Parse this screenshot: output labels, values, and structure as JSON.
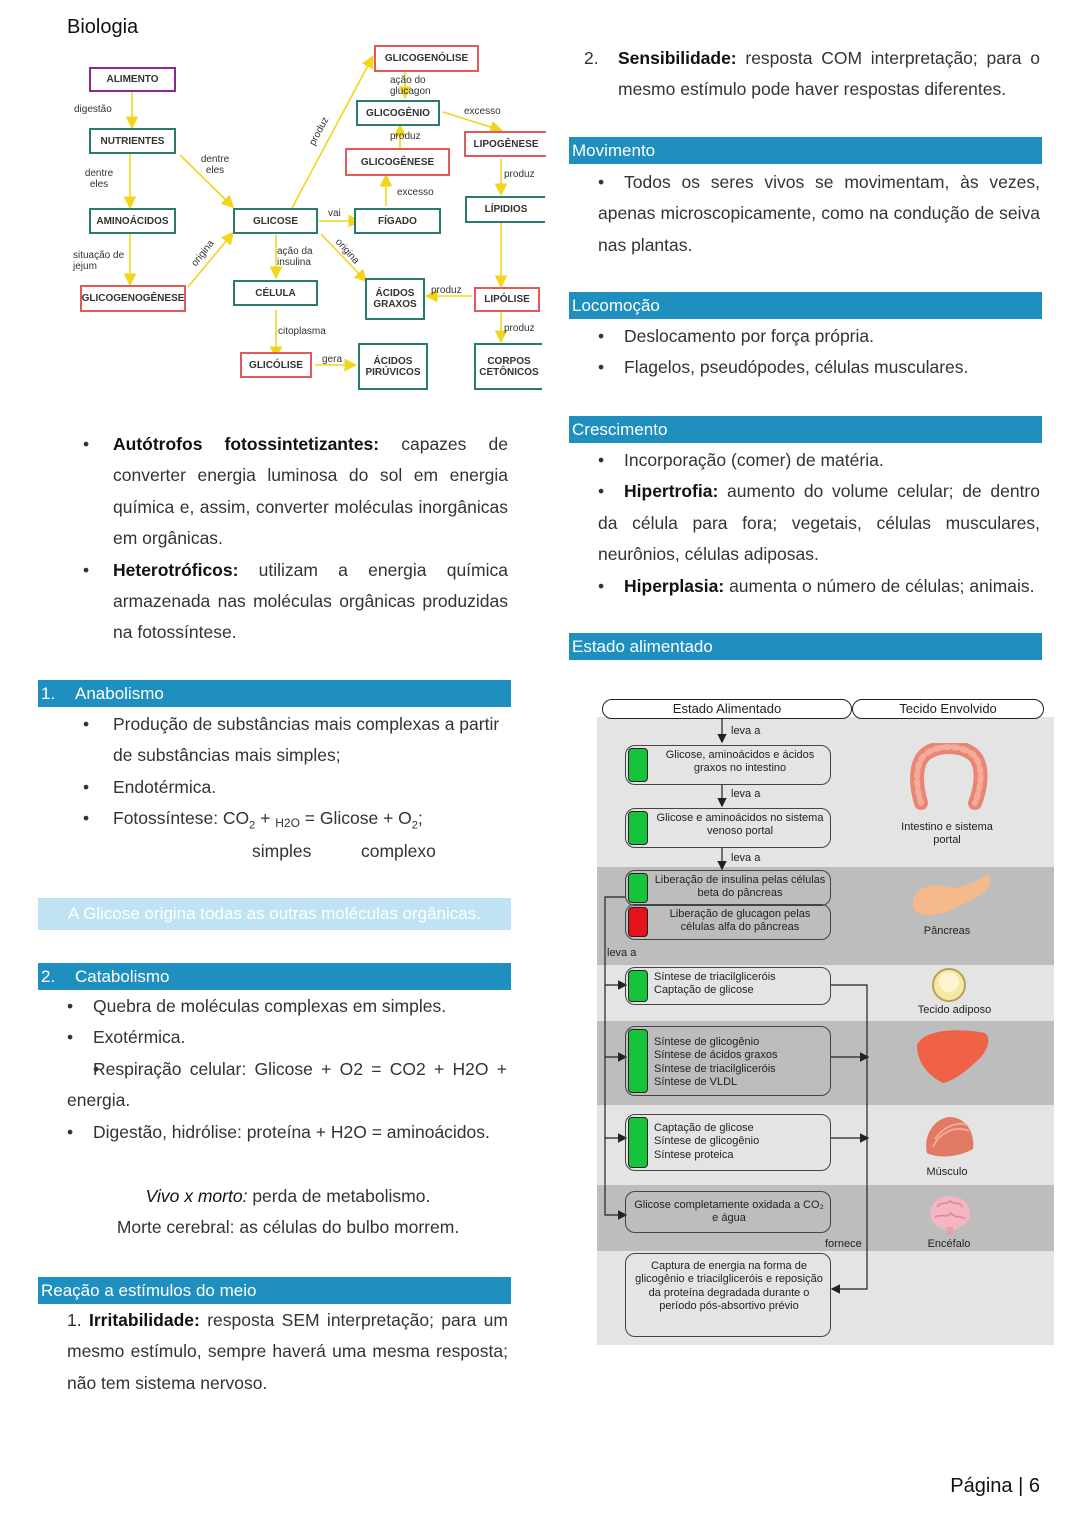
{
  "header": {
    "subject": "Biologia"
  },
  "page_number": "Página | 6",
  "concept_map": {
    "boxes": {
      "alimento": "ALIMENTO",
      "nutrientes": "NUTRIENTES",
      "aminoacidos": "AMINOÁCIDOS",
      "glicogenogenese": "GLICOGENOGÊNESE",
      "glicose": "GLICOSE",
      "celula": "CÉLULA",
      "glicolise": "GLICÓLISE",
      "acidos_piruvicos": "ÁCIDOS PIRÚVICOS",
      "glicogenolise": "GLICOGENÓLISE",
      "glicogenio": "GLICOGÊNIO",
      "glicogenese": "GLICOGÊNESE",
      "figado": "FÍGADO",
      "acidos_graxos": "ÁCIDOS GRAXOS",
      "lipogenese": "LIPOGÊNESE",
      "lipidios": "LÍPIDIOS",
      "lipolise": "LIPÓLISE",
      "corpos_cetonicos": "CORPOS CETÔNICOS"
    },
    "labels": {
      "digestao": "digestão",
      "dentre_eles_1": "dentre eles",
      "dentre_eles_2": "dentre eles",
      "situacao_jejum": "situação de jejum",
      "origina_1": "origina",
      "origina_2": "origina",
      "produz_1": "produz",
      "vai": "vai",
      "acao_insulina": "ação da insulina",
      "citoplasma": "citoplasma",
      "gera": "gera",
      "acao_glucagon": "ação do glucagon",
      "produz_2": "produz",
      "excesso_1": "excesso",
      "excesso_2": "excesso",
      "produz_3": "produz",
      "produz_4": "produz",
      "produz_5": "produz"
    }
  },
  "left": {
    "autotrofos": {
      "term": "Autótrofos fotossintetizantes:",
      "text": "capazes de converter energia luminosa do sol em energia química e, assim, converter moléculas inorgânicas em orgânicas."
    },
    "heterotroficos": {
      "term": "Heterotróficos:",
      "text": "utilizam a energia química armazenada nas moléculas orgânicas produzidas na fotossíntese."
    },
    "anabolismo": {
      "num": "1.",
      "title": "Anabolismo",
      "items": [
        "Produção de substâncias mais complexas a partir de substâncias mais simples;",
        "Endotérmica."
      ],
      "fotossintese_prefix": "Fotossíntese: CO",
      "sub2": "2",
      "plus": " + ",
      "h2o": "H2O",
      "eq_rest": " = Glicose + O",
      "end": ";",
      "simples": "simples",
      "complexo": "complexo"
    },
    "highlight": "A Glicose origina todas as outras moléculas orgânicas.",
    "catabolismo": {
      "num": "2.",
      "title": "Catabolismo",
      "items": [
        "Quebra de moléculas complexas em simples.",
        "Exotérmica.",
        "Respiração celular: Glicose + O2 = CO2 + H2O + energia.",
        "Digestão, hidrólise: proteína + H2O = aminoácidos."
      ]
    },
    "vivo_morto": {
      "term": "Vivo x morto:",
      "text": " perda de metabolismo."
    },
    "morte_cerebral": "Morte cerebral: as células do bulbo morrem.",
    "reacao": {
      "title": "Reação a estímulos do meio",
      "item_num": "1.",
      "term": "Irritabilidade:",
      "text": "resposta SEM interpretação; para um mesmo estímulo, sempre haverá uma mesma resposta; não tem sistema nervoso."
    }
  },
  "right": {
    "sensibilidade": {
      "num": "2.",
      "term": "Sensibilidade:",
      "text": "resposta COM interpretação; para o mesmo estímulo pode haver respostas diferentes."
    },
    "movimento": {
      "title": "Movimento",
      "items": [
        "Todos os seres vivos se movimentam, às vezes, apenas microscopicamente, como na condução de seiva nas plantas."
      ]
    },
    "locomocao": {
      "title": "Locomoção",
      "items": [
        "Deslocamento por força própria.",
        "Flagelos, pseudópodes, células musculares."
      ]
    },
    "crescimento": {
      "title": "Crescimento",
      "item1": "Incorporação (comer) de matéria.",
      "hipertrofia_term": "Hipertrofia:",
      "hipertrofia_text": "aumento do volume celular; de dentro da célula para fora; vegetais, células musculares, neurônios, células adiposas.",
      "hiperplasia_term": "Hiperplasia:",
      "hiperplasia_text": "aumenta o número de células; animais."
    },
    "estado_alimentado": {
      "title": "Estado alimentado"
    }
  },
  "fed_state": {
    "header_left": "Estado Alimentado",
    "header_right": "Tecido Envolvido",
    "leva_a": "leva a",
    "leva_a_side": "leva a",
    "fornece": "fornece",
    "boxes": {
      "b1": "Glicose, aminoácidos e ácidos graxos no intestino",
      "b2": "Glicose e aminoácidos no sistema venoso portal",
      "b3": "Liberação de insulina pelas células beta do pâncreas",
      "b4": "Liberação de glucagon pelas células alfa do pâncreas",
      "b5": "Síntese de triacilgliceróis\nCaptação de glicose",
      "b6": "Síntese de glicogênio\nSíntese de ácidos graxos\nSíntese de triacilgliceróis\nSíntese de VLDL",
      "b7": "Captação de glicose\nSíntese de glicogênio\nSíntese proteica",
      "b8": "Glicose completamente oxidada a CO₂ e água",
      "b9": "Captura de energia na forma de glicogênio e triacilgliceróis e reposição da proteína degradada durante o período pós-absortivo prévio"
    },
    "tissues": {
      "intestino": "Intestino e sistema portal",
      "pancreas": "Pâncreas",
      "adiposo": "Tecido adiposo",
      "musculo": "Músculo",
      "encefalo": "Encéfalo"
    },
    "colors": {
      "up_arrow": "#16c43c",
      "down_arrow": "#e5121b",
      "band_dark": "#bdbdbd",
      "band_light": "#e4e4e4"
    }
  }
}
